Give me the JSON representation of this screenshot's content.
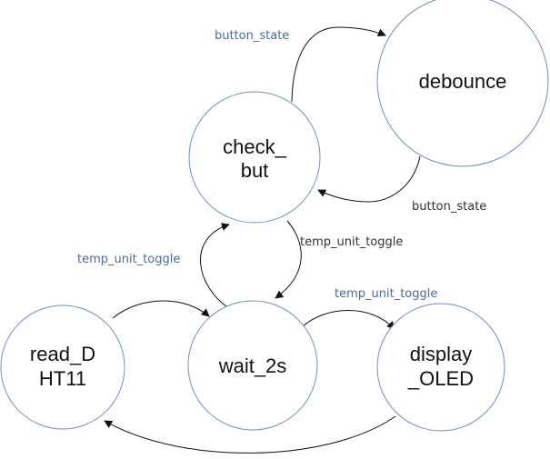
{
  "states": {
    "check_but": [
      "check_",
      "but"
    ],
    "debounce": [
      "debounce"
    ],
    "read_dht11": [
      "read_D",
      "HT11"
    ],
    "wait_2s": [
      "wait_2s"
    ],
    "display_oled": [
      "display",
      "_OLED"
    ]
  },
  "transitions": {
    "check_to_debounce": "button_state",
    "debounce_to_check": "button_state",
    "check_to_wait": "temp_unit_toggle",
    "wait_to_check": "temp_unit_toggle",
    "wait_to_display": "temp_unit_toggle"
  },
  "colors": {
    "state_border": "#6f8fc2",
    "label_blue": "#4d6a9c",
    "label_dark": "#333333",
    "edge": "#111111"
  }
}
